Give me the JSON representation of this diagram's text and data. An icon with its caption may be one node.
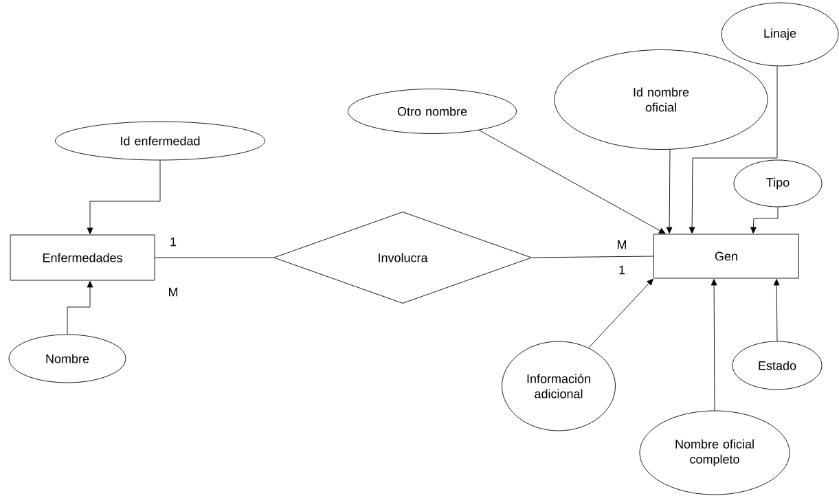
{
  "diagram": {
    "nodes": [
      {
        "text": [
          "Id enfermedad"
        ]
      },
      {
        "text": [
          "Enfermedades"
        ]
      },
      {
        "text": [
          "Nombre"
        ]
      },
      {
        "text": [
          "Involucra"
        ]
      },
      {
        "text": [
          "Otro nombre"
        ]
      },
      {
        "text": [
          "Id nombre oficial"
        ]
      },
      {
        "text": [
          "Linaje"
        ]
      },
      {
        "text": [
          "Tipo"
        ]
      },
      {
        "text": [
          "Gen"
        ]
      },
      {
        "text": [
          "Información adicional"
        ]
      },
      {
        "text": [
          "Estado"
        ]
      },
      {
        "text": [
          "Nombre oficial completo"
        ]
      }
    ],
    "edges": [
      {
        "from": 0,
        "to": 1,
        "arrow": "to"
      },
      {
        "from": 2,
        "to": 1,
        "arrow": "to"
      },
      {
        "from": 1,
        "to": 3,
        "arrow": "none"
      },
      {
        "from": 3,
        "to": 8,
        "arrow": "none"
      },
      {
        "from": 4,
        "to": 8,
        "arrow": "to"
      },
      {
        "from": 5,
        "to": 8,
        "arrow": "to"
      },
      {
        "from": 6,
        "to": 8,
        "arrow": "to"
      },
      {
        "from": 7,
        "to": 8,
        "arrow": "to"
      },
      {
        "from": 9,
        "to": 8,
        "arrow": "to"
      },
      {
        "from": 10,
        "to": 8,
        "arrow": "to"
      },
      {
        "from": 11,
        "to": 8,
        "arrow": "to"
      }
    ],
    "labels": [
      "1",
      "M",
      "M",
      "1"
    ]
  }
}
